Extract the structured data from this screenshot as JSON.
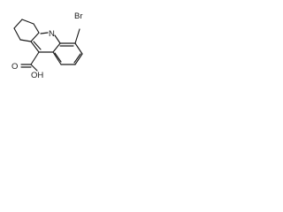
{
  "molecule": {
    "atoms": {
      "nitrogen": "N",
      "bromine": "Br",
      "carboxyl_oxygen": "O",
      "hydroxyl": "OH"
    }
  }
}
